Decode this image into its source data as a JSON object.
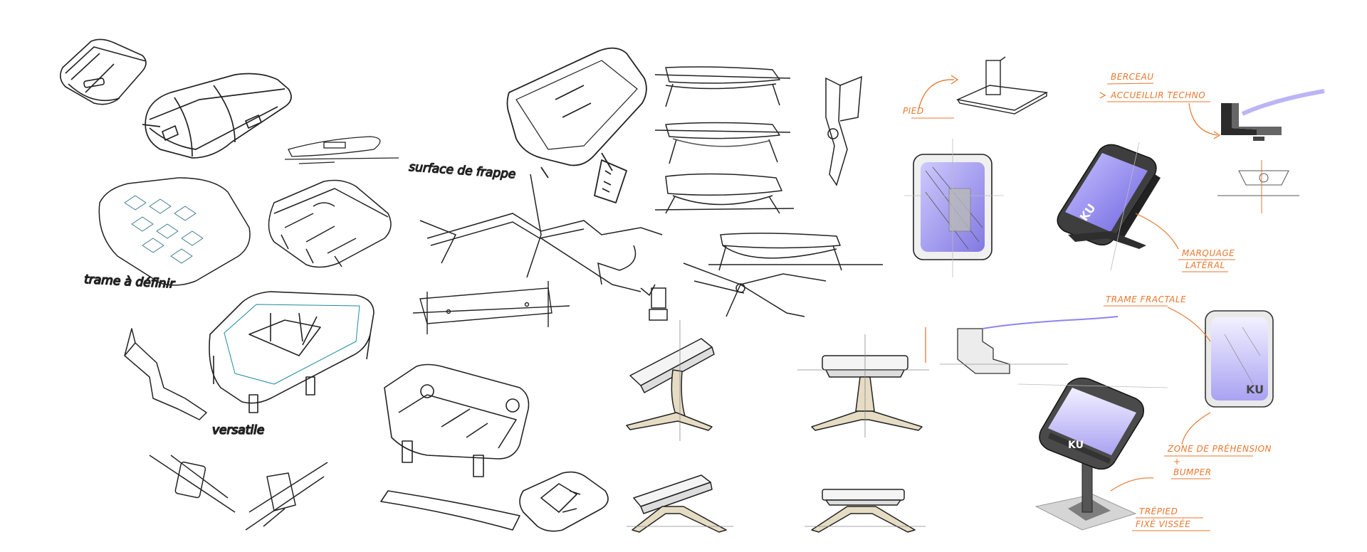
{
  "notes": {
    "surface": "surface de frappe",
    "trame": "trame à définir",
    "versatile": "versatile",
    "pied": "PIED",
    "berceau": "BERCEAU",
    "accueil": "ACCUEILLIR TECHNO",
    "marquage_1": "MARQUAGE",
    "marquage_2": "LATÉRAL",
    "trame_fractale": "TRAME FRACTALE",
    "zone_1": "ZONE DE PRÉHENSION",
    "zone_2": "+",
    "zone_3": "BUMPER",
    "trepied_1": "TRÉPIED",
    "trepied_2": "FIXÉ VISSÉE"
  },
  "logo": "KU",
  "colors": {
    "ink": "#222222",
    "annotation": "#e8772e",
    "screen_glow": "#8c84f0",
    "stand_beige": "#e6dcc4"
  }
}
